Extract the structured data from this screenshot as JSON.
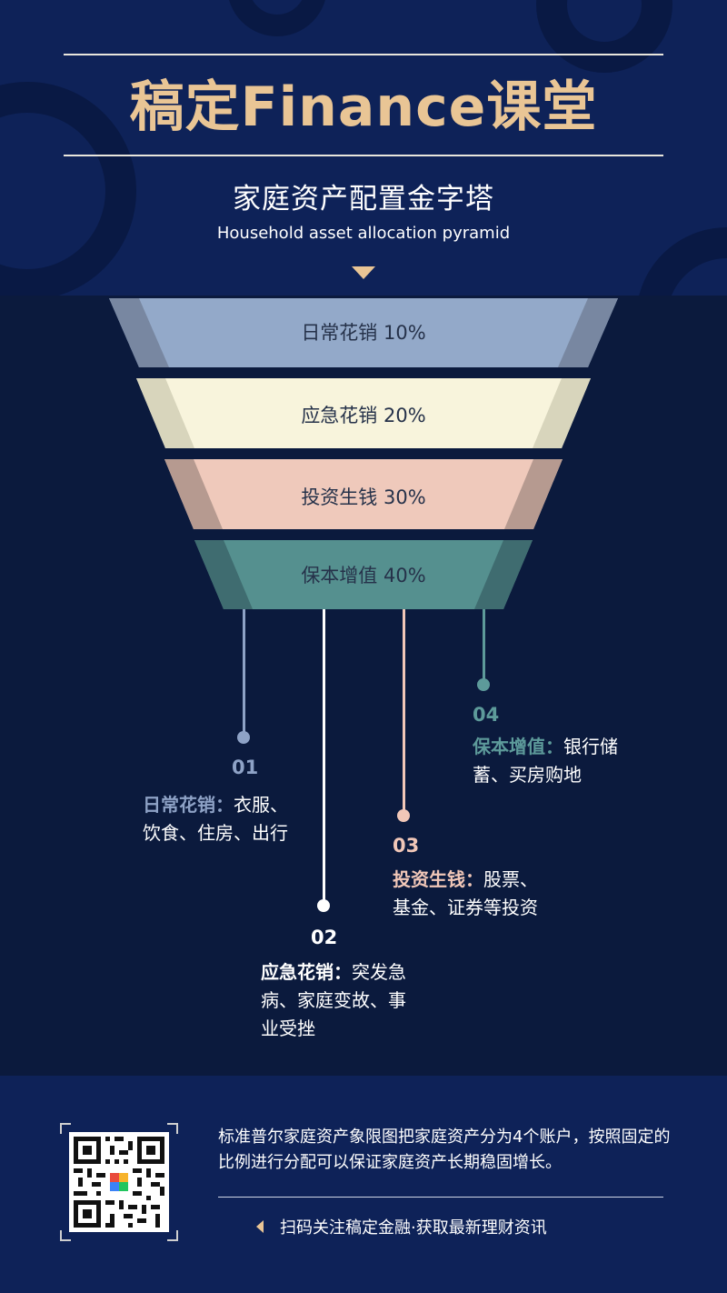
{
  "header": {
    "brand": "稿定Finance课堂",
    "title_cn": "家庭资产配置金字塔",
    "title_en": "Household asset allocation pyramid"
  },
  "funnel": [
    {
      "label": "日常花销 10%",
      "color": "#93a9c9"
    },
    {
      "label": "应急花销 20%",
      "color": "#f8f4dc"
    },
    {
      "label": "投资生钱 30%",
      "color": "#efc9bb"
    },
    {
      "label": "保本增值 40%",
      "color": "#55908f"
    }
  ],
  "callouts": [
    {
      "num": "01",
      "key": "日常花销：",
      "text_line1": "衣服、",
      "text_line2": "饮食、住房、出行",
      "text_line3": "",
      "color": "#8ea2c6"
    },
    {
      "num": "02",
      "key": "应急花销：",
      "text_line1": "突发急",
      "text_line2": "病、家庭变故、事",
      "text_line3": "业受挫",
      "color": "#ffffff"
    },
    {
      "num": "03",
      "key": "投资生钱：",
      "text_line1": "股票、",
      "text_line2": "基金、证券等投资",
      "text_line3": "",
      "color": "#f1c7b8"
    },
    {
      "num": "04",
      "key": "保本增值：",
      "text_line1": "银行储",
      "text_line2": "蓄、买房购地",
      "text_line3": "",
      "color": "#5d9a9a"
    }
  ],
  "footer": {
    "text": "标准普尔家庭资产象限图把家庭资产分为4个账户，按照固定的比例进行分配可以保证家庭资产长期稳固增长。",
    "cta": "扫码关注稿定金融·获取最新理财资讯"
  },
  "colors": {
    "brand": "#e9c595",
    "top_bg": "#0e2258",
    "body_bg": "#0b1a3d"
  }
}
